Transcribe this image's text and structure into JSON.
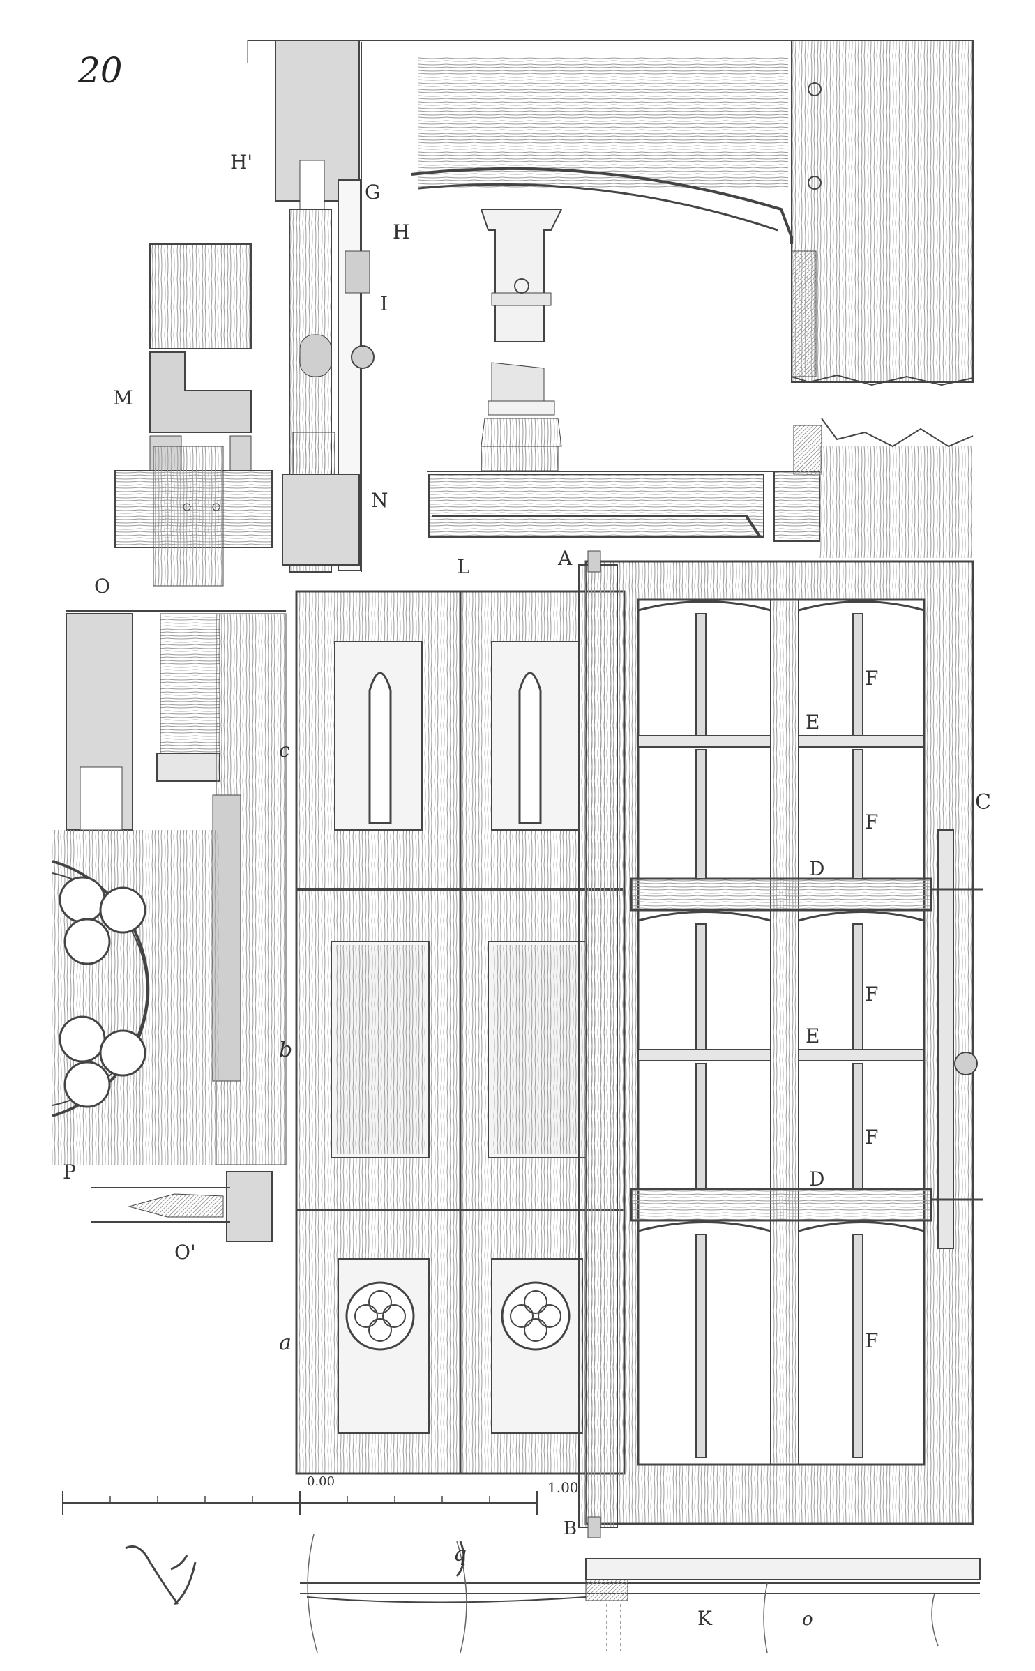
{
  "plate": {
    "number": "20",
    "scale_label": "1.00",
    "scale_zero": "0.00",
    "labels": {
      "H_prime": "H'",
      "G": "G",
      "H": "H",
      "I": "I",
      "M": "M",
      "N": "N",
      "O": "O",
      "L": "L",
      "A": "A",
      "c": "c",
      "b": "b",
      "a": "a",
      "E": "E",
      "F": "F",
      "D": "D",
      "C": "C",
      "P": "P",
      "O_prime": "O'",
      "B": "B",
      "K": "K",
      "q": "q",
      "o": "o"
    }
  },
  "colors": {
    "ink": "#444444",
    "light_ink": "#888888",
    "fill": "#d9d9d9",
    "paper": "#ffffff"
  }
}
